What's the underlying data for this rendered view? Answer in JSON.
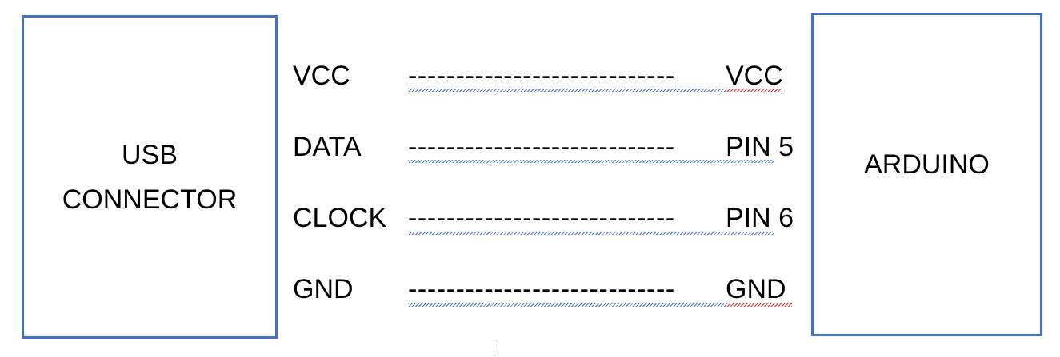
{
  "usb_box": {
    "line1": "USB",
    "line2": "CONNECTOR"
  },
  "arduino_box": {
    "label": "ARDUINO"
  },
  "connections": [
    {
      "label": "VCC",
      "dashes": "----------------------------",
      "target": "VCC"
    },
    {
      "label": "DATA",
      "dashes": "----------------------------",
      "target": "PIN 5"
    },
    {
      "label": "CLOCK",
      "dashes": "----------------------------",
      "target": "PIN 6"
    },
    {
      "label": "GND",
      "dashes": "----------------------------",
      "target": "GND"
    }
  ],
  "colors": {
    "box_border": "#4472c4",
    "spellcheck_grammar": "#4472c4",
    "spellcheck_spelling": "#e03030",
    "text": "#000000"
  }
}
